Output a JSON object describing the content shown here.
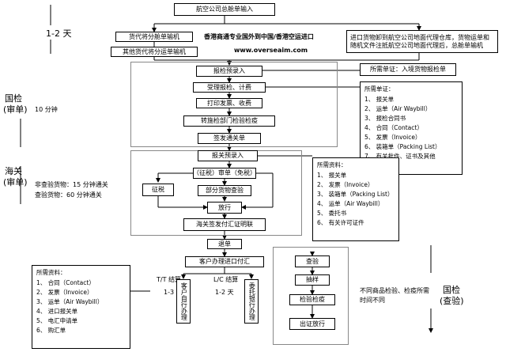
{
  "top_box": "航空公司总舱单输入",
  "time_1_2": "1-2 天",
  "forwarder_split": "货代将分舱单输机",
  "other_forwarder": "其他货代将分运单输机",
  "brand_title": "香港商通专业国外到中国/香港空运进口",
  "brand_url": "www.overseaim.com",
  "right_top_note": "进口货物卸到航空公司地面代理仓库，货物运单和随机文件注抵航空公司地面代理后，总舱单输机",
  "inspection_label": "国检",
  "inspection_sub": "(审单)",
  "inspection_time": "10 分钟",
  "customs_label": "海关",
  "customs_sub": "(审单)",
  "customs_time_a": "非查验货物：15 分钟通关",
  "customs_time_b": "查验货物：60 分钟通关",
  "steps": {
    "s1": "报检预录入",
    "s2": "受理报检、计费",
    "s3": "打印发票、收费",
    "s4": "转施检部门检验检疫",
    "s5": "签发通关单",
    "s6": "报关预录入",
    "s7": "（征税）审单（免税）",
    "s8": "征税",
    "s9": "部分货物查验",
    "s10": "放行",
    "s11": "海关签发付汇证明联",
    "s12": "退单",
    "s13": "客户办理进口付汇",
    "c1": "查验",
    "c2": "抽样",
    "c3": "检验检疫",
    "c4": "出证放行"
  },
  "docs_note_1": "所需单证：入境货物报检单",
  "docs_note_2": {
    "title": "所需单证：",
    "items": [
      "1、  报关单",
      "2、  运单（Air Waybill）",
      "3、  报检合同书",
      "4、  合同（Contact）",
      "5、  发票（Invoice）",
      "6、  装箱单（Packing List）",
      "7、  有关批件、证书及其他"
    ]
  },
  "docs_note_3": {
    "title": "所需资料：",
    "items": [
      "1、  报关单",
      "2、  发票（Invoice）",
      "3、  装箱单（Packing List）",
      "4、  运单（Air Waybill）",
      "5、  委托书",
      "6、  有关许可证件"
    ]
  },
  "docs_note_4": {
    "title": "所需资料：",
    "items": [
      "1、  合同（Contact）",
      "2、  发票（Invoice）",
      "3、  运单（Air Waybill）",
      "4、  进口报关单",
      "5、  电汇申请单",
      "6、  购汇单"
    ]
  },
  "tt": "T/T 结算",
  "tt_days": "1-3 天",
  "lc": "L/C 结算",
  "lc_days": "1-2 天",
  "tt_box": "客户自行办理",
  "lc_box": "委托银行办理",
  "diff_note": "不同商品检验、检疫所需时间不同",
  "quarantine_label": "国检",
  "quarantine_sub": "(查验)"
}
